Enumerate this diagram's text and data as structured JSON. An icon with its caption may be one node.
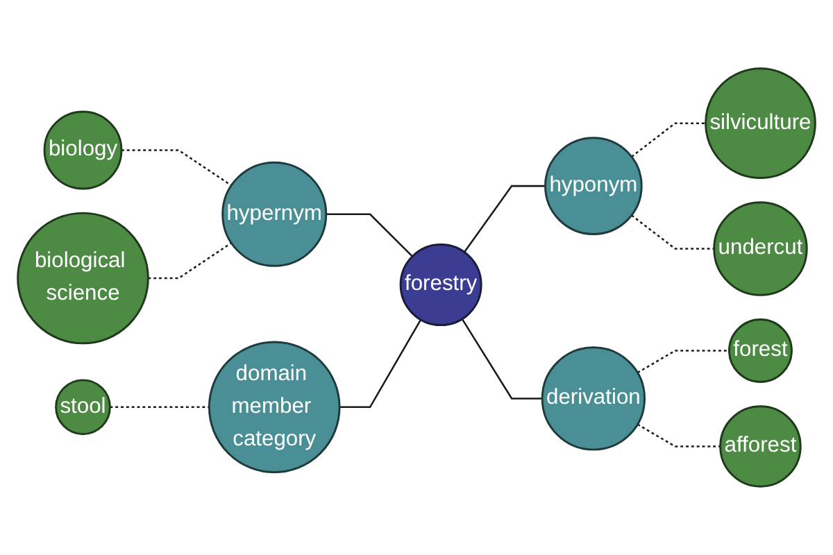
{
  "diagram": {
    "nodes": [
      {
        "text": [
          "forestry"
        ]
      },
      {
        "text": [
          "hypernym"
        ]
      },
      {
        "text": [
          "biology"
        ]
      },
      {
        "text": [
          "biological science"
        ]
      },
      {
        "text": [
          "hyponym"
        ]
      },
      {
        "text": [
          "silviculture"
        ]
      },
      {
        "text": [
          "undercut"
        ]
      },
      {
        "text": [
          "derivation"
        ]
      },
      {
        "text": [
          "forest"
        ]
      },
      {
        "text": [
          "afforest"
        ]
      },
      {
        "text": [
          "domain member category"
        ]
      },
      {
        "text": [
          "stool"
        ]
      }
    ],
    "edges": [
      {
        "from": 1,
        "to": 0,
        "arrow": "none"
      },
      {
        "from": 2,
        "to": 1,
        "arrow": "none",
        "style": "dashed"
      },
      {
        "from": 3,
        "to": 1,
        "arrow": "none",
        "style": "dashed"
      },
      {
        "from": 0,
        "to": 4,
        "arrow": "none"
      },
      {
        "from": 4,
        "to": 5,
        "arrow": "none",
        "style": "dashed"
      },
      {
        "from": 4,
        "to": 6,
        "arrow": "none",
        "style": "dashed"
      },
      {
        "from": 0,
        "to": 7,
        "arrow": "none"
      },
      {
        "from": 7,
        "to": 8,
        "arrow": "none",
        "style": "dashed"
      },
      {
        "from": 7,
        "to": 9,
        "arrow": "none",
        "style": "dashed"
      },
      {
        "from": 10,
        "to": 0,
        "arrow": "none"
      },
      {
        "from": 11,
        "to": 10,
        "arrow": "none",
        "style": "dashed"
      }
    ]
  }
}
